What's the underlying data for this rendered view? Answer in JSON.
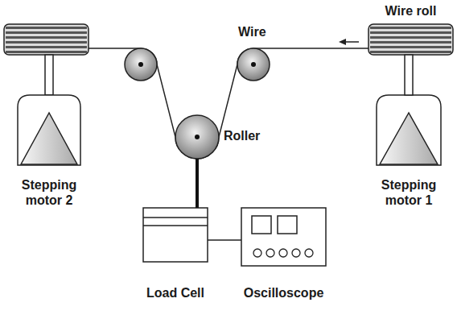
{
  "diagram": {
    "nodes": [
      {
        "text": [
          "Wire roll"
        ]
      },
      {
        "text": [
          "Roller"
        ]
      },
      {
        "text": [
          "Stepping motor 2"
        ]
      },
      {
        "text": [
          "Stepping motor 1"
        ]
      },
      {
        "text": [
          "Load Cell"
        ]
      },
      {
        "text": [
          "Oscilloscope"
        ]
      }
    ],
    "edges": [
      {
        "from": 0,
        "to": 3,
        "arrow": "none"
      },
      {
        "from": 1,
        "to": 4,
        "arrow": "none"
      },
      {
        "from": 4,
        "to": 5,
        "arrow": "none"
      }
    ],
    "labels": [
      "Wire"
    ]
  }
}
